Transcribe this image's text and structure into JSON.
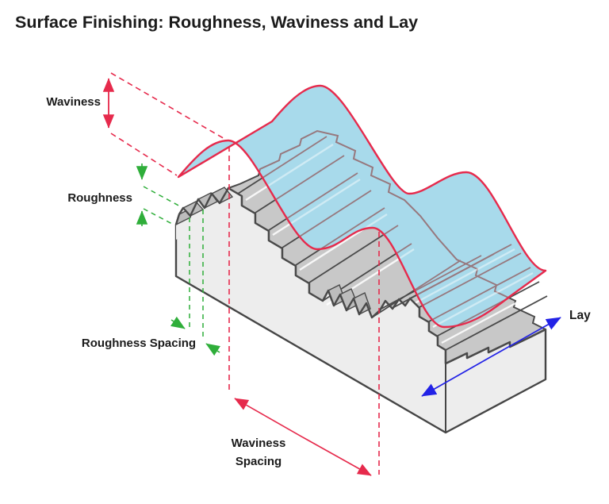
{
  "title": "Surface Finishing: Roughness, Waviness and Lay",
  "annotations": {
    "waviness": {
      "label": "Waviness"
    },
    "roughness": {
      "label": "Roughness"
    },
    "roughness_spacing": {
      "label": "Roughness Spacing"
    },
    "waviness_spacing": {
      "label_line1": "Waviness",
      "label_line2": "Spacing"
    },
    "lay": {
      "label": "Lay"
    }
  },
  "colors": {
    "waviness_accent": "#e62a4c",
    "roughness_accent": "#2fae3a",
    "lay_accent": "#2222e6",
    "sheet_fill": "#a8daeb",
    "sheet_outline": "#e62a4c",
    "block_face": "#ededed",
    "block_top": "#c8c8c8",
    "block_facet": "#bdbdbd",
    "outline_dark": "#454545",
    "through_lines": "#97787e",
    "text": "#1b1b1b",
    "background": "#ffffff"
  }
}
